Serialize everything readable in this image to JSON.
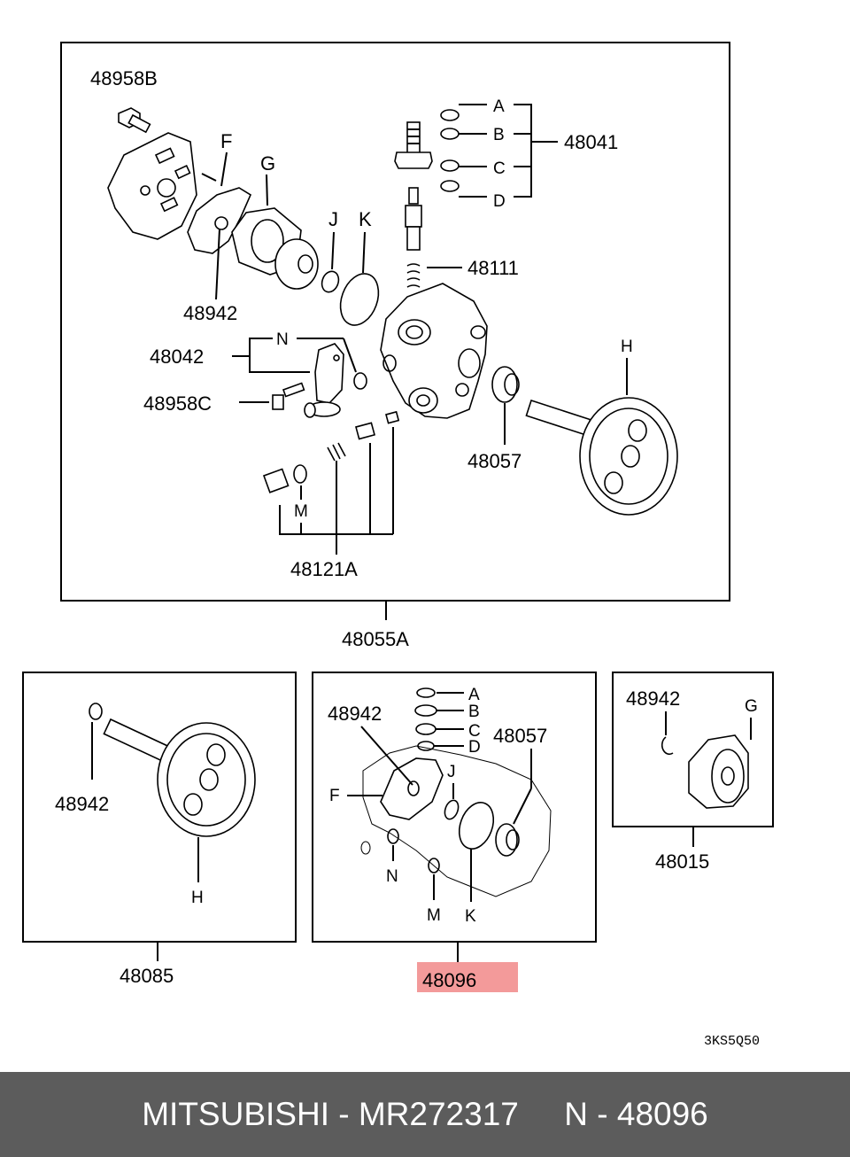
{
  "diagram": {
    "main_assembly": {
      "label": "48055A",
      "callouts": {
        "bolt_top": "48958B",
        "F": "F",
        "G": "G",
        "ring_left": "48942",
        "J": "J",
        "K": "K",
        "A": "A",
        "B": "B",
        "C": "C",
        "D": "D",
        "valve_kit": "48041",
        "spring": "48111",
        "bracket": "48042",
        "N": "N",
        "bolt_left": "48958C",
        "bearing": "48057",
        "H": "H",
        "M": "M",
        "relief_kit": "48121A"
      }
    },
    "shaft_box": {
      "label": "48085",
      "callouts": {
        "ring": "48942",
        "H": "H"
      }
    },
    "seal_kit_box": {
      "label": "48096",
      "highlight_color": "#f39a9a",
      "callouts": {
        "A": "A",
        "B": "B",
        "C": "C",
        "D": "D",
        "ring": "48942",
        "bearing": "48057",
        "F": "F",
        "J": "J",
        "N": "N",
        "M": "M",
        "K": "K"
      }
    },
    "rotor_box": {
      "label": "48015",
      "callouts": {
        "ring": "48942",
        "G": "G"
      }
    },
    "drawing_code": "3KS5Q50"
  },
  "footer": {
    "text": "MITSUBISHI - MR272317     N - 48096",
    "background": "#5c5c5c"
  }
}
